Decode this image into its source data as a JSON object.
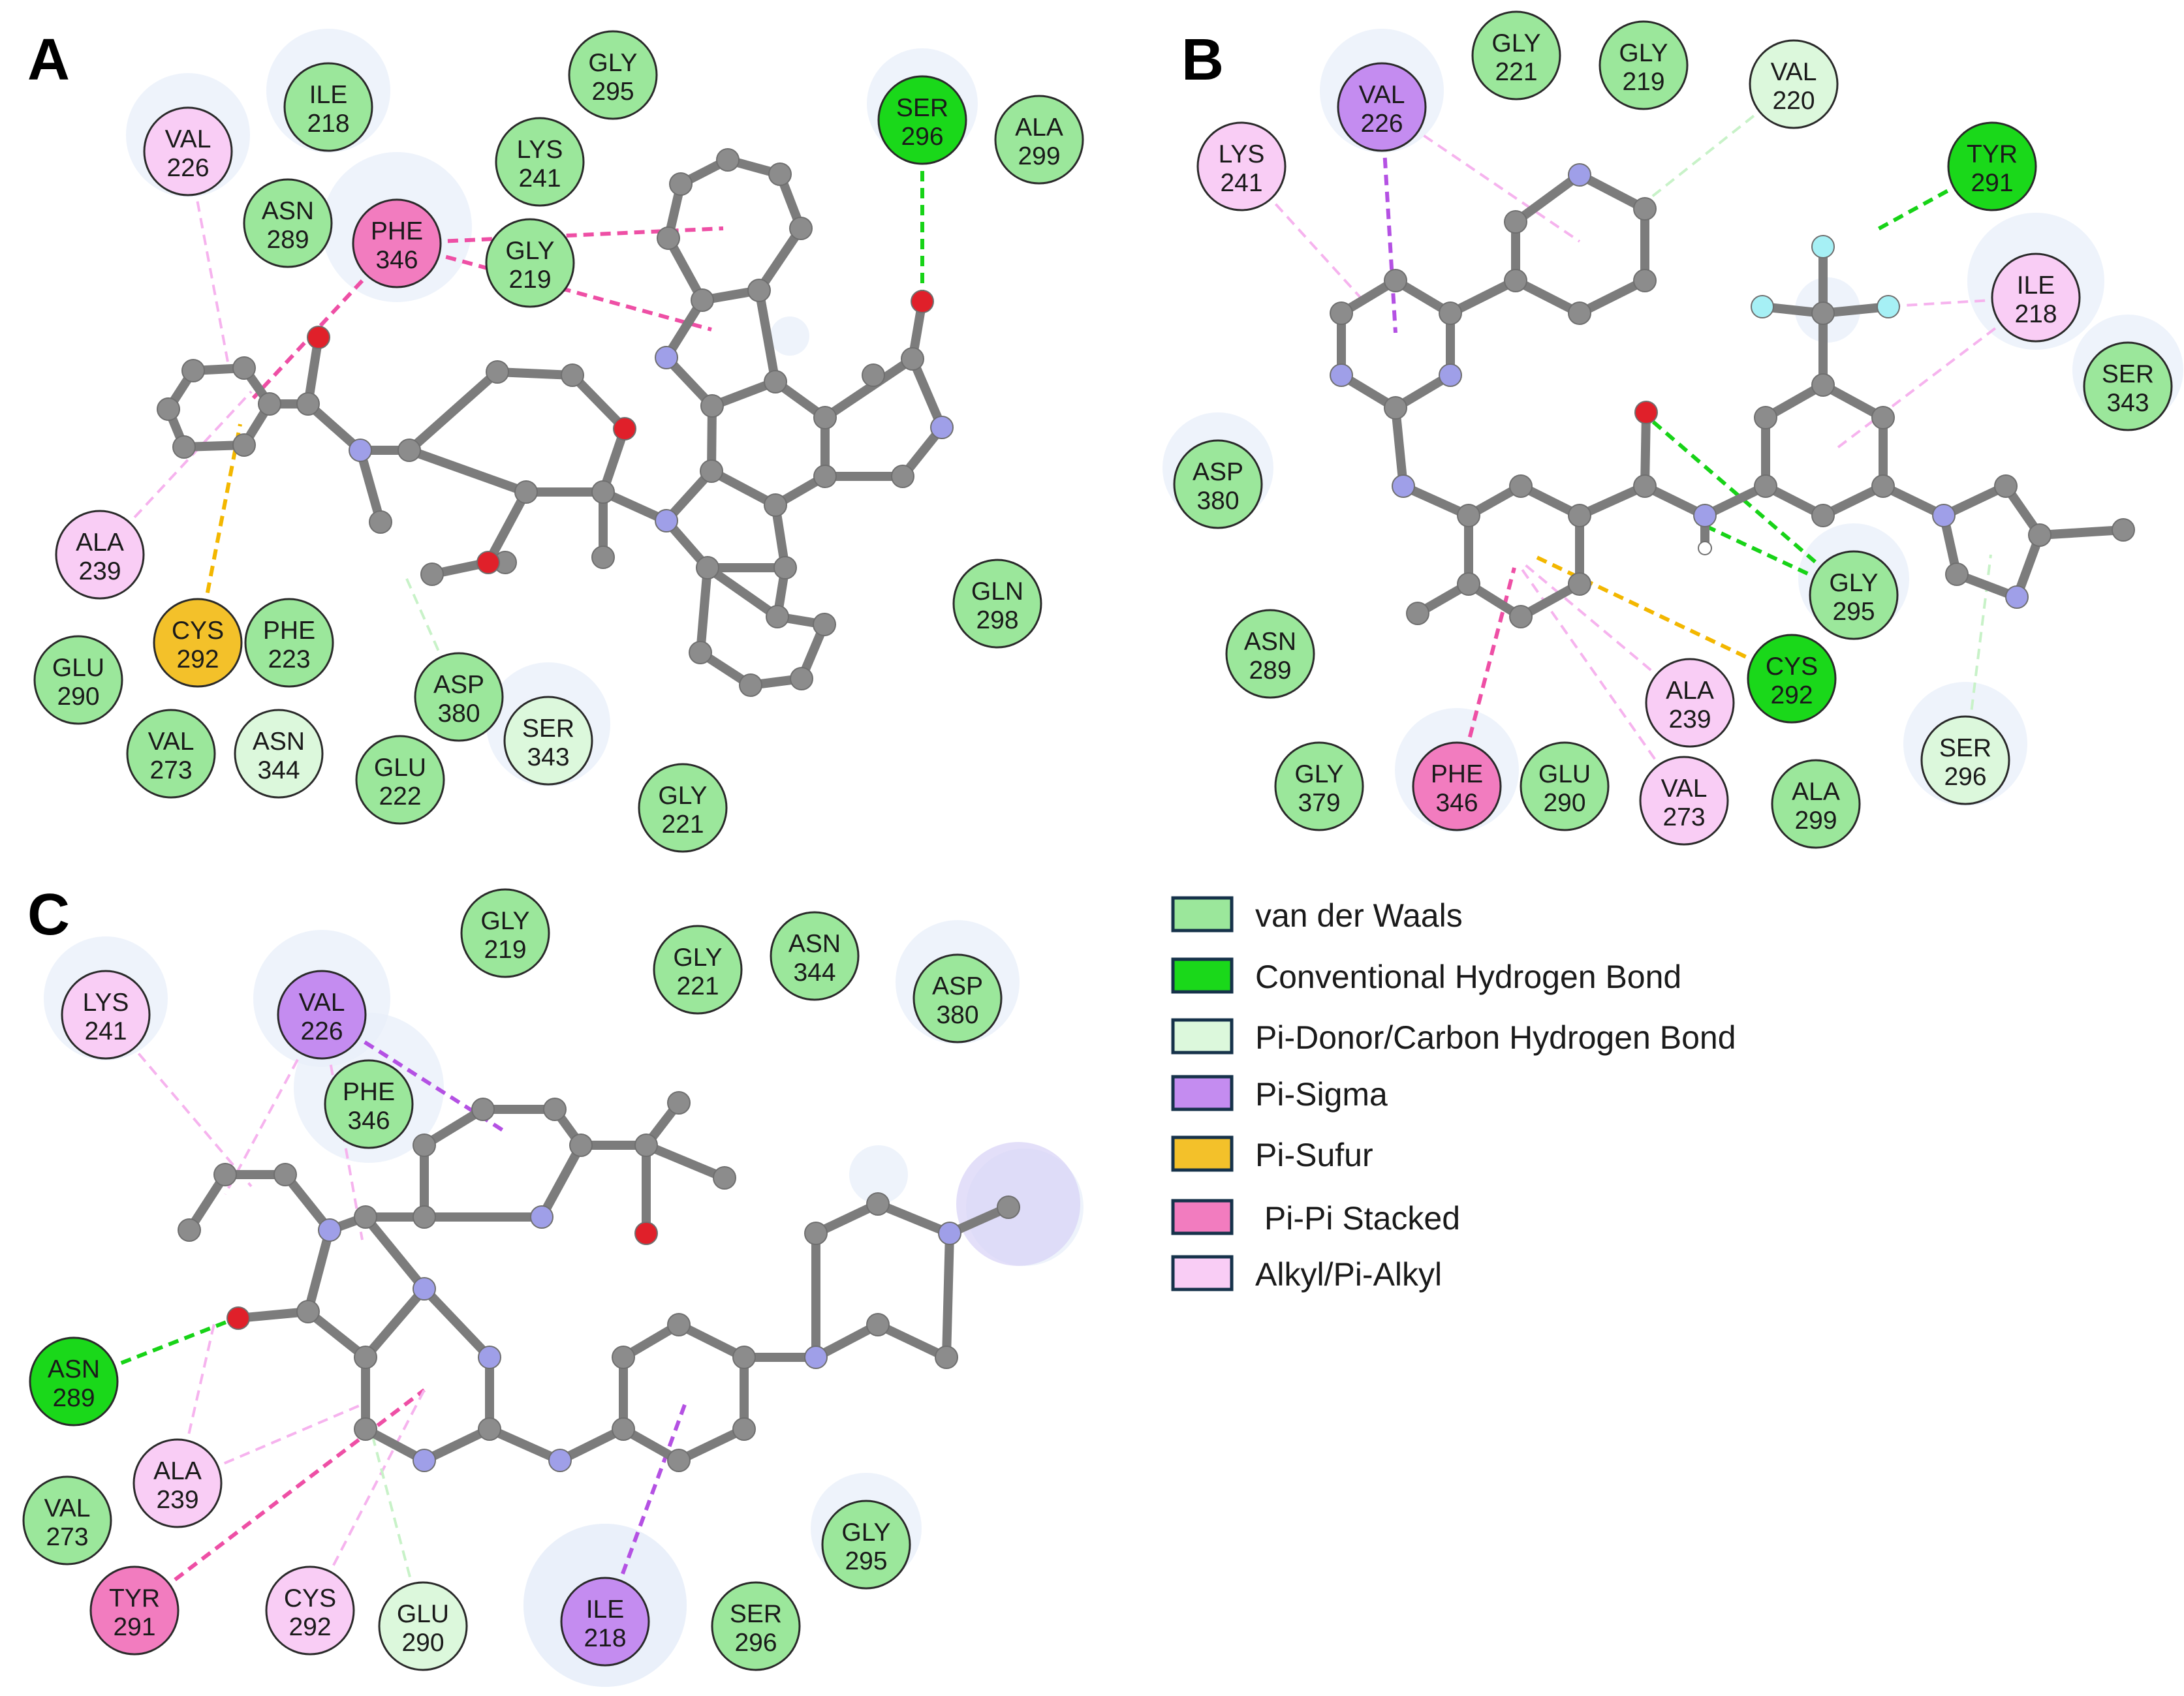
{
  "colors": {
    "van_der_waals": "#9be79b",
    "conventional_hbond": "#1ad81a",
    "carbon_hbond": "#dcf8dc",
    "pi_sigma": "#c48cf0",
    "pi_sulfur": "#f3c12a",
    "pi_pi_stacked": "#f27cbf",
    "alkyl_pi_alkyl": "#f9cdf5",
    "carbon_atom": "#8c8c8c",
    "nitrogen_atom": "#9f9fe8",
    "oxygen_atom": "#e0202a",
    "fluorine_atom": "#a6f0f5",
    "halo": "#e8effa"
  },
  "panels": [
    {
      "letter": "A",
      "residues": [
        {
          "name": "VAL",
          "num": "226",
          "type": "alkyl_pi_alkyl"
        },
        {
          "name": "ILE",
          "num": "218",
          "type": "van_der_waals"
        },
        {
          "name": "GLY",
          "num": "295",
          "type": "van_der_waals"
        },
        {
          "name": "SER",
          "num": "296",
          "type": "conventional_hbond"
        },
        {
          "name": "ALA",
          "num": "299",
          "type": "van_der_waals"
        },
        {
          "name": "LYS",
          "num": "241",
          "type": "van_der_waals"
        },
        {
          "name": "ASN",
          "num": "289",
          "type": "van_der_waals"
        },
        {
          "name": "PHE",
          "num": "346",
          "type": "pi_pi_stacked"
        },
        {
          "name": "GLY",
          "num": "219",
          "type": "van_der_waals"
        },
        {
          "name": "ALA",
          "num": "239",
          "type": "alkyl_pi_alkyl"
        },
        {
          "name": "CYS",
          "num": "292",
          "type": "pi_sulfur"
        },
        {
          "name": "PHE",
          "num": "223",
          "type": "van_der_waals"
        },
        {
          "name": "GLU",
          "num": "290",
          "type": "van_der_waals"
        },
        {
          "name": "VAL",
          "num": "273",
          "type": "van_der_waals"
        },
        {
          "name": "ASN",
          "num": "344",
          "type": "carbon_hbond"
        },
        {
          "name": "GLU",
          "num": "222",
          "type": "van_der_waals"
        },
        {
          "name": "ASP",
          "num": "380",
          "type": "van_der_waals"
        },
        {
          "name": "SER",
          "num": "343",
          "type": "carbon_hbond"
        },
        {
          "name": "GLY",
          "num": "221",
          "type": "van_der_waals"
        },
        {
          "name": "GLN",
          "num": "298",
          "type": "van_der_waals"
        }
      ]
    },
    {
      "letter": "B",
      "residues": [
        {
          "name": "VAL",
          "num": "226",
          "type": "pi_sigma"
        },
        {
          "name": "GLY",
          "num": "221",
          "type": "van_der_waals"
        },
        {
          "name": "GLY",
          "num": "219",
          "type": "van_der_waals"
        },
        {
          "name": "VAL",
          "num": "220",
          "type": "carbon_hbond"
        },
        {
          "name": "LYS",
          "num": "241",
          "type": "alkyl_pi_alkyl"
        },
        {
          "name": "TYR",
          "num": "291",
          "type": "conventional_hbond"
        },
        {
          "name": "ILE",
          "num": "218",
          "type": "alkyl_pi_alkyl"
        },
        {
          "name": "SER",
          "num": "343",
          "type": "van_der_waals"
        },
        {
          "name": "ASP",
          "num": "380",
          "type": "van_der_waals"
        },
        {
          "name": "GLY",
          "num": "295",
          "type": "van_der_waals"
        },
        {
          "name": "ASN",
          "num": "289",
          "type": "van_der_waals"
        },
        {
          "name": "ALA",
          "num": "239",
          "type": "alkyl_pi_alkyl"
        },
        {
          "name": "CYS",
          "num": "292",
          "type": "conventional_hbond"
        },
        {
          "name": "GLY",
          "num": "379",
          "type": "van_der_waals"
        },
        {
          "name": "PHE",
          "num": "346",
          "type": "pi_pi_stacked"
        },
        {
          "name": "GLU",
          "num": "290",
          "type": "van_der_waals"
        },
        {
          "name": "VAL",
          "num": "273",
          "type": "alkyl_pi_alkyl"
        },
        {
          "name": "ALA",
          "num": "299",
          "type": "van_der_waals"
        },
        {
          "name": "SER",
          "num": "296",
          "type": "carbon_hbond"
        }
      ]
    },
    {
      "letter": "C",
      "residues": [
        {
          "name": "LYS",
          "num": "241",
          "type": "alkyl_pi_alkyl"
        },
        {
          "name": "VAL",
          "num": "226",
          "type": "pi_sigma"
        },
        {
          "name": "GLY",
          "num": "219",
          "type": "van_der_waals"
        },
        {
          "name": "GLY",
          "num": "221",
          "type": "van_der_waals"
        },
        {
          "name": "ASN",
          "num": "344",
          "type": "van_der_waals"
        },
        {
          "name": "ASP",
          "num": "380",
          "type": "van_der_waals"
        },
        {
          "name": "PHE",
          "num": "346",
          "type": "van_der_waals"
        },
        {
          "name": "ASN",
          "num": "289",
          "type": "conventional_hbond"
        },
        {
          "name": "ALA",
          "num": "239",
          "type": "alkyl_pi_alkyl"
        },
        {
          "name": "VAL",
          "num": "273",
          "type": "van_der_waals"
        },
        {
          "name": "TYR",
          "num": "291",
          "type": "pi_pi_stacked"
        },
        {
          "name": "CYS",
          "num": "292",
          "type": "alkyl_pi_alkyl"
        },
        {
          "name": "GLU",
          "num": "290",
          "type": "carbon_hbond"
        },
        {
          "name": "ILE",
          "num": "218",
          "type": "pi_sigma"
        },
        {
          "name": "SER",
          "num": "296",
          "type": "van_der_waals"
        },
        {
          "name": "GLY",
          "num": "295",
          "type": "van_der_waals"
        }
      ]
    }
  ],
  "legend": [
    {
      "label": "van der Waals",
      "type": "van_der_waals"
    },
    {
      "label": "Conventional Hydrogen Bond",
      "type": "conventional_hbond"
    },
    {
      "label": "Pi-Donor/Carbon Hydrogen Bond",
      "type": "carbon_hbond"
    },
    {
      "label": "Pi-Sigma",
      "type": "pi_sigma"
    },
    {
      "label": "Pi-Sufur",
      "type": "pi_sulfur"
    },
    {
      "label": " Pi-Pi Stacked",
      "type": "pi_pi_stacked"
    },
    {
      "label": "Alkyl/Pi-Alkyl",
      "type": "alkyl_pi_alkyl"
    }
  ]
}
